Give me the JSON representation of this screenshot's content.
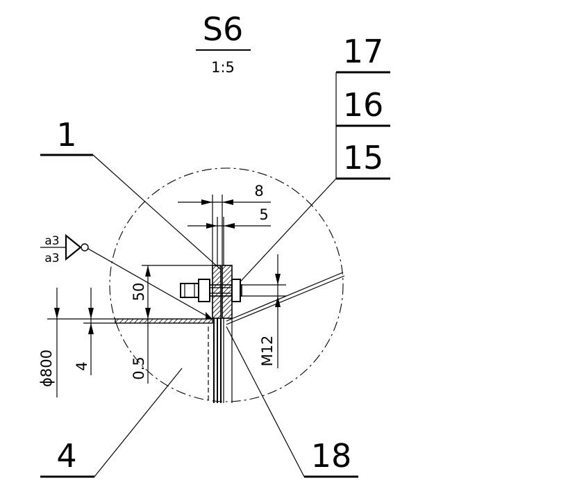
{
  "detail": {
    "name": "S6",
    "scale": "1:5"
  },
  "balloons": {
    "p1": "1",
    "p4": "4",
    "p15": "15",
    "p16": "16",
    "p17": "17",
    "p18": "18"
  },
  "dimensions": {
    "d8": "8",
    "d5": "5",
    "d50": "50",
    "d4": "4",
    "d05": "0.5",
    "m12": "M12",
    "dia800": "ϕ800"
  },
  "weld": {
    "upper": "a3",
    "lower": "a3"
  }
}
